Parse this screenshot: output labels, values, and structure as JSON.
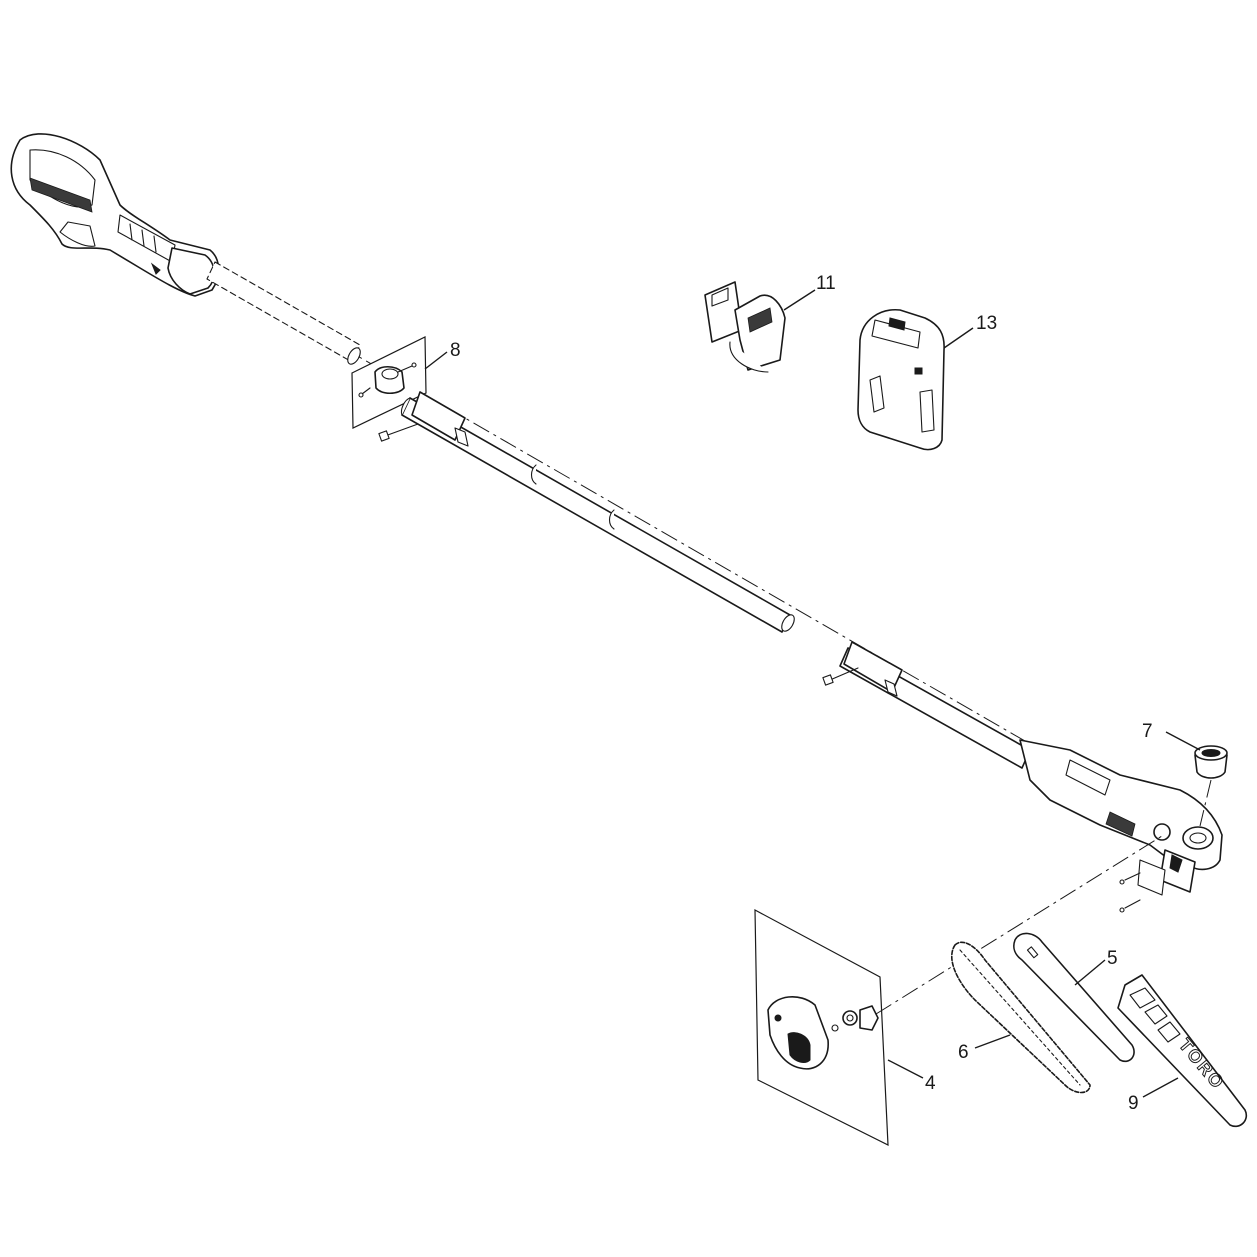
{
  "callouts": [
    {
      "id": "callout-11",
      "text": "11"
    },
    {
      "id": "callout-13",
      "text": "13"
    },
    {
      "id": "callout-8",
      "text": "8"
    },
    {
      "id": "callout-7",
      "text": "7"
    },
    {
      "id": "callout-5",
      "text": "5"
    },
    {
      "id": "callout-6",
      "text": "6"
    },
    {
      "id": "callout-4",
      "text": "4"
    },
    {
      "id": "callout-9",
      "text": "9"
    }
  ],
  "logos": {
    "scabbard_brand": "TORO"
  }
}
